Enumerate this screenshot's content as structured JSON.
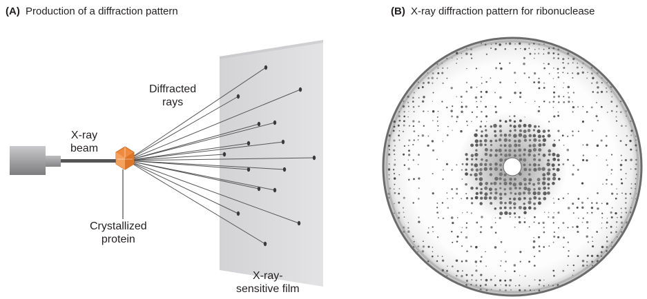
{
  "panel_a": {
    "tag": "(A)",
    "title": "Production of a diffraction pattern",
    "labels": {
      "diffracted_rays": [
        "Diffracted",
        "rays"
      ],
      "xray_beam": [
        "X-ray",
        "beam"
      ],
      "crystallized_protein": [
        "Crystallized",
        "protein"
      ],
      "film": [
        "X-ray-",
        "sensitive film"
      ]
    }
  },
  "panel_b": {
    "tag": "(B)",
    "title": "X-ray diffraction pattern for ribonuclease"
  },
  "colors": {
    "crystal": "#f08a3c",
    "film": "#d9d9db",
    "source": "#9a9a9c",
    "rays": "#555555",
    "spots": "#4a4a4a"
  },
  "icons": {
    "source": "xray-source-icon",
    "crystal": "crystal-icon",
    "film": "film-icon",
    "pattern": "diffraction-pattern-icon"
  }
}
